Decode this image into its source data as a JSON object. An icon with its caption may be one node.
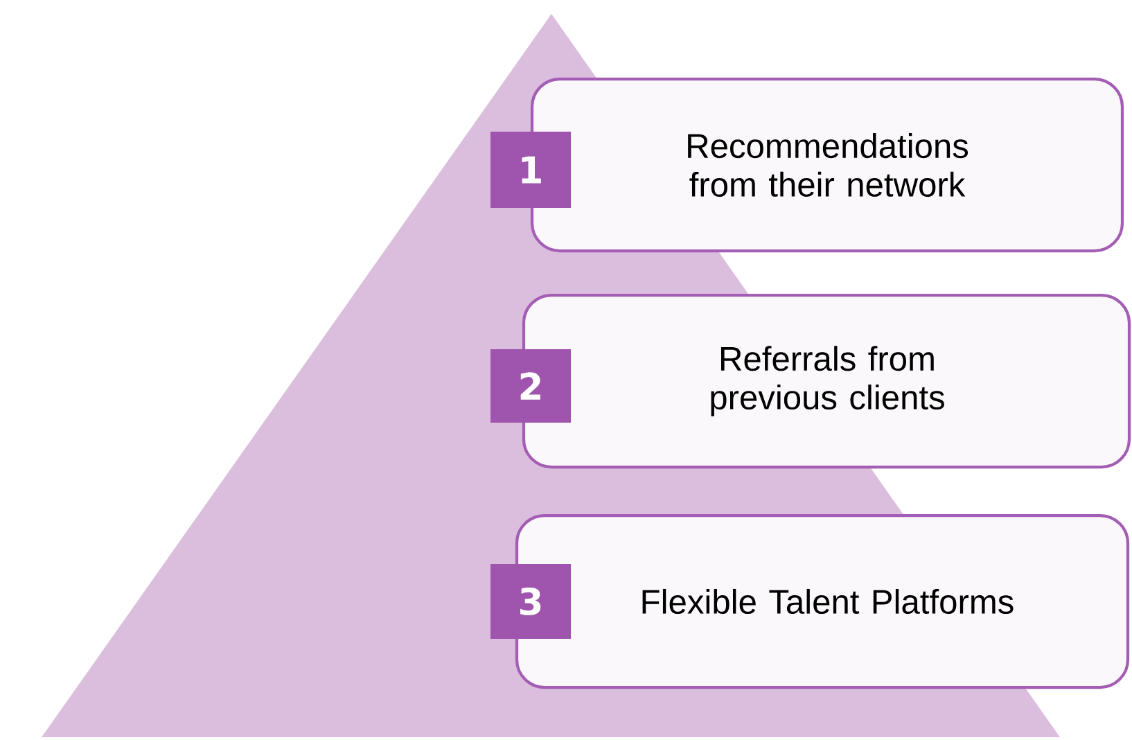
{
  "diagram": {
    "nodes": [
      {
        "text": [
          "1"
        ]
      },
      {
        "text": [
          "Recommendations from their network"
        ]
      },
      {
        "text": [
          "2"
        ]
      },
      {
        "text": [
          "Referrals from previous clients"
        ]
      },
      {
        "text": [
          "3"
        ]
      },
      {
        "text": [
          "Flexible Talent Platforms"
        ]
      }
    ]
  }
}
